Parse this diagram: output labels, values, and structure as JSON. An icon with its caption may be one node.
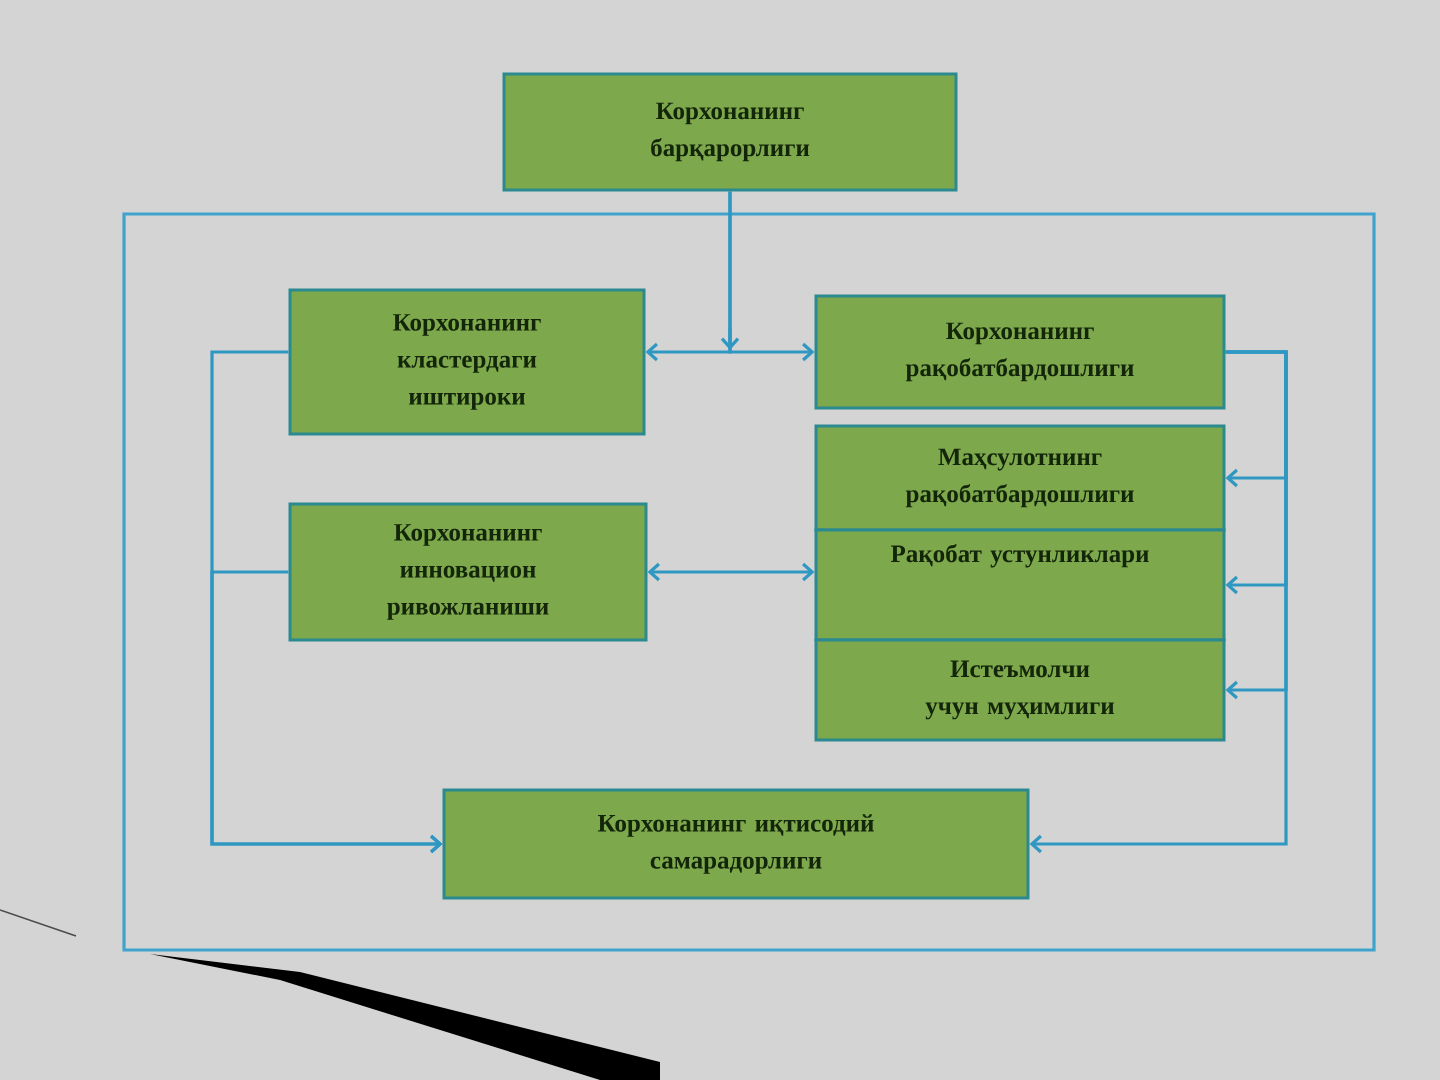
{
  "diagram": {
    "nodes": [
      {
        "text": [
          "Корхонанинг барқарорлиги"
        ]
      },
      {
        "text": [
          "Корхонанинг кластердаги иштироки"
        ]
      },
      {
        "text": [
          "Корхонанинг инновацион ривожланиши"
        ]
      },
      {
        "text": [
          "Корхонанинг рақобатбардошлиги"
        ]
      },
      {
        "text": [
          "Маҳсулотнинг рақобатбардошлиги"
        ]
      },
      {
        "text": [
          "Рақобат устунликлари"
        ]
      },
      {
        "text": [
          "Истеъмолчи учун муҳимлиги"
        ]
      },
      {
        "text": [
          "Корхонанинг иқтисодий самарадорлиги"
        ]
      }
    ],
    "edges": [
      {
        "from": 0,
        "to": 1,
        "arrow": "to"
      },
      {
        "from": 0,
        "to": 3,
        "arrow": "to"
      },
      {
        "from": 2,
        "to": 5,
        "arrow": "both"
      },
      {
        "from": 1,
        "to": 7,
        "arrow": "to"
      },
      {
        "from": 2,
        "to": 7,
        "arrow": "to"
      },
      {
        "from": 3,
        "to": 4,
        "arrow": "to"
      },
      {
        "from": 3,
        "to": 5,
        "arrow": "to"
      },
      {
        "from": 3,
        "to": 6,
        "arrow": "to"
      },
      {
        "from": 3,
        "to": 7,
        "arrow": "to"
      }
    ]
  }
}
